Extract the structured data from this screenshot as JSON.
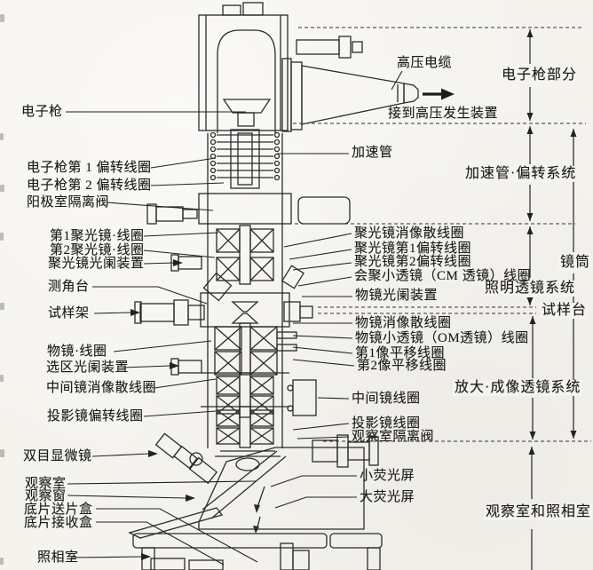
{
  "figure": {
    "type": "labeled-technical-diagram",
    "subject": "transmission electron microscope column cross-section",
    "left_labels": [
      "电子枪",
      "电子枪第 1 偏转线圈",
      "电子枪第 2 偏转线圈",
      "阳极室隔离阀",
      "第1聚光镜·线圈",
      "第2聚光镜·线圈",
      "聚光镜光阑装置",
      "测角台",
      "试样架",
      "物镜·线圈",
      "选区光阑装置",
      "中间镜消像散线圈",
      "投影镜偏转线圈",
      "双目显微镜",
      "观察室",
      "观察窗",
      "底片送片盒",
      "底片接收盒",
      "照相室"
    ],
    "right_labels": [
      "高压电缆",
      "接到高压发生装置",
      "加速管",
      "聚光镜消像散线圈",
      "聚光镜第1偏转线圈",
      "聚光镜第2偏转线圈",
      "会聚小透镜（CM 透镜）线圈",
      "物镜光阑装置",
      "物镜消像散线圈",
      "物镜小透镜（OM透镜）线圈",
      "第1像平移线圈",
      "第2像平移线圈",
      "中间镜线圈",
      "投影镜线圈",
      "观察室隔离阀",
      "小荧光屏",
      "大荧光屏"
    ],
    "sections": [
      "电子枪部分",
      "加速管·偏转系统",
      "镜筒",
      "照明透镜系统",
      "试样台",
      "放大·成像透镜系统",
      "观察室和照相室"
    ],
    "colors": {
      "paper": "#f5f3ee",
      "ink": "#1c1c1c",
      "line": "#2b2b2b"
    }
  }
}
